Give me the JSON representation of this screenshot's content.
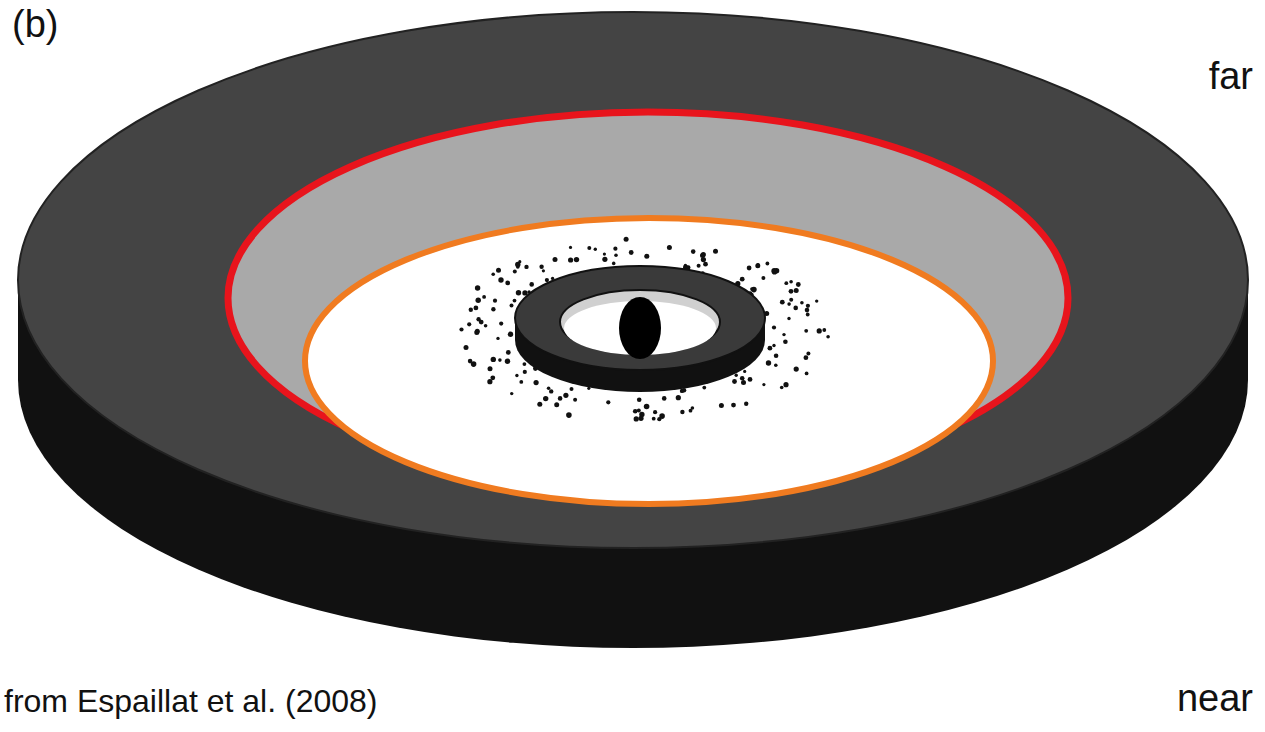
{
  "diagram": {
    "labels": [
      "(b)",
      "far",
      "near",
      "from Espaillat et al. (2008)"
    ]
  }
}
